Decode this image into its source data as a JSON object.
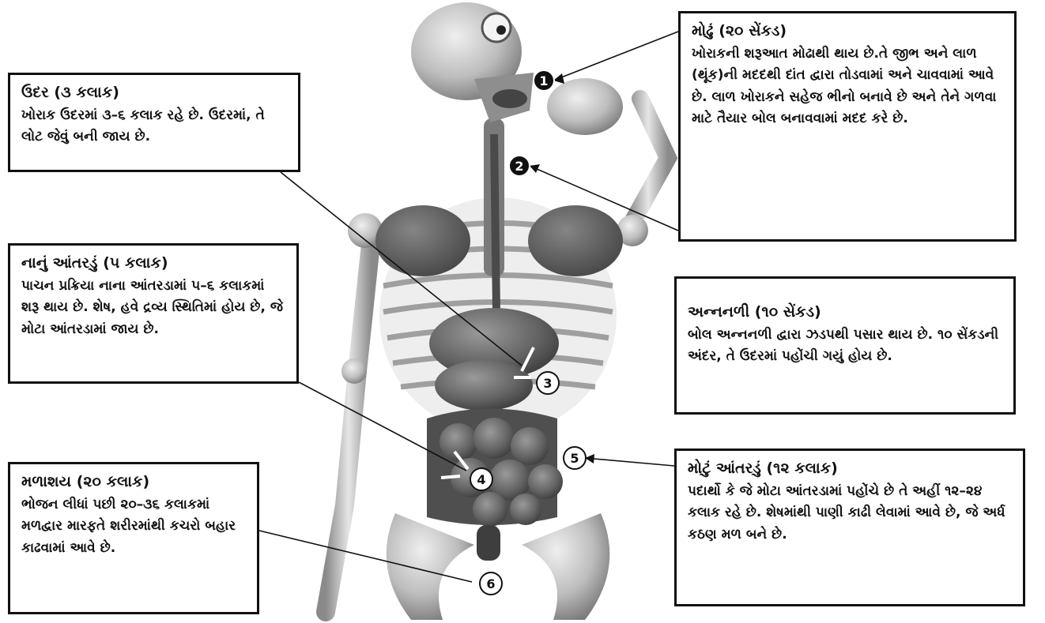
{
  "boxes": {
    "mouth": {
      "title": "મોઢું (૨૦ સેંકડ)",
      "text": "ખોરાકની શરૂઆત મોઢાથી થાય છે.તે જીભ અને લાળ (થૂંક)ની મદદથી દાંત દ્વારા તોડવામાં અને ચાવવામાં આવે છે. લાળ ખોરાકને સહેજ ભીનો બનાવે છે અને તેને ગળવા માટે તૈયાર બોલ બનાવવામાં મદદ કરે છે."
    },
    "stomach": {
      "title": "ઉદર (૩ કલાક)",
      "text": "ખોરાક ઉદરમાં ૩–૬ કલાક રહે છે. ઉદરમાં, તે લોટ જેવું બની જાય છે."
    },
    "small_intestine": {
      "title": "નાનું આંતરડું (૫ કલાક)",
      "text": "પાચન પ્રક્રિયા નાના આંતરડામાં ૫–૬ કલાકમાં શરૂ થાય છે. શેષ, હવે દ્રવ્ય સ્થિતિમાં  હોય છે, જે મોટા આંતરડામાં જાય છે."
    },
    "esophagus": {
      "title": "અન્નનળી (૧૦ સેંકડ)",
      "text": "બોલ અન્નનળી દ્વારા ઝડપથી પસાર થાય છે. ૧૦ સેંકડની અંદર, તે ઉદરમાં પહોંચી ગયું હોય છે."
    },
    "large_intestine": {
      "title": "મોટું આંતરડું (૧૨ કલાક)",
      "text": "પદાર્થો કે જે મોટા આંતરડામાં પહોંચે છે તે અહીં ૧૨–૨૪ કલાક રહે છે. શેષમાંથી પાણી કાઢી લેવામાં આવે છે, જે અર્ધ કઠણ મળ બને છે."
    },
    "rectum": {
      "title": "મળાશય (૨૦ કલાક)",
      "text": "ભોજન લીધાં પછી ૨૦–૩૬ કલાકમાં મળદ્વાર મારફતે શરીરમાંથી કચરો બહાર કાઢવામાં આવે છે."
    }
  },
  "markers": {
    "m1": "1",
    "m2": "2",
    "m3": "3",
    "m4": "4",
    "m5": "5",
    "m6": "6"
  }
}
